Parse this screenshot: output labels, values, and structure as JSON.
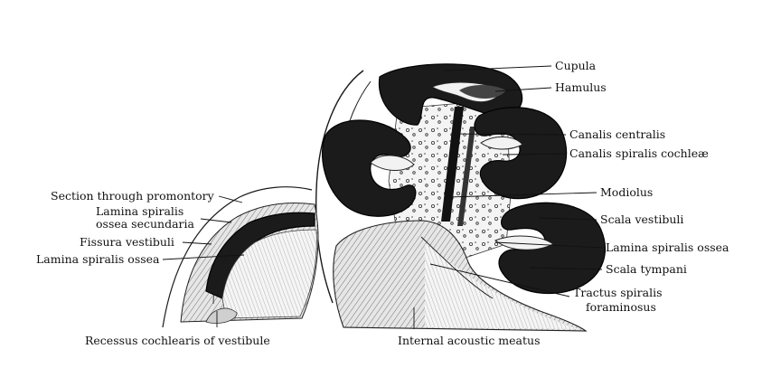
{
  "labels": {
    "cupula": "Cupula",
    "hamulus": "Hamulus",
    "canalis_centralis": "Canalis centralis",
    "canalis_spiralis": "Canalis spiralis cochleæ",
    "modiolus": "Modiolus",
    "scala_vestibuli": "Scala vestibuli",
    "lamina_spiralis_ossea_right": "Lamina spiralis ossea",
    "scala_tympani": "Scala tympani",
    "tractus_line1": "Tractus spiralis",
    "tractus_line2": "foraminosus",
    "internal_acoustic_meatus": "Internal acoustic meatus",
    "section_promontory": "Section through promontory",
    "lamina_secundaria_line1": "Lamina spiralis",
    "lamina_secundaria_line2": "ossea secundaria",
    "fissura_vestibuli": "Fissura vestibuli",
    "lamina_spiralis_ossea_left": "Lamina spiralis ossea",
    "recessus_cochlearis": "Recessus cochlearis of vestibule"
  }
}
